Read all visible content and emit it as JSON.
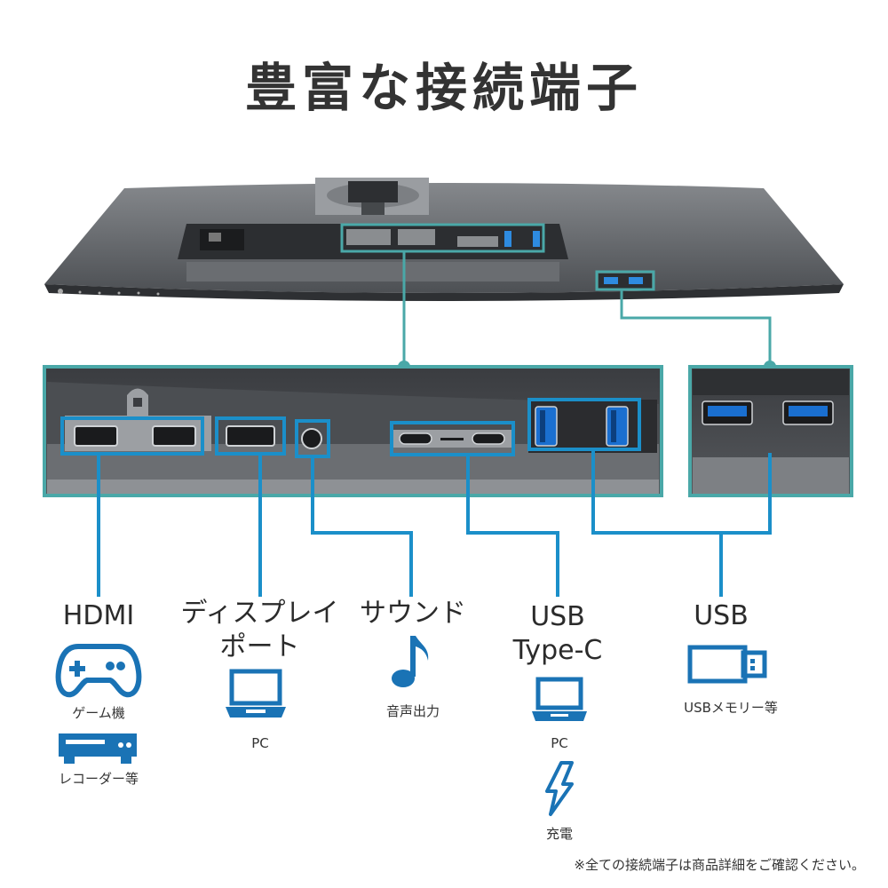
{
  "title": "豊富な接続端子",
  "ports": [
    {
      "name": "HDMI",
      "uses": [
        "ゲーム機",
        "レコーダー等"
      ],
      "icons": [
        "gamepad-icon",
        "recorder-icon"
      ]
    },
    {
      "name": "ディスプレイポート",
      "line1": "ディスプレイ",
      "line2": "ポート",
      "uses": [
        "PC"
      ],
      "icons": [
        "laptop-icon"
      ]
    },
    {
      "name": "サウンド",
      "uses": [
        "音声出力"
      ],
      "icons": [
        "music-note-icon"
      ]
    },
    {
      "name": "USB Type-C",
      "line1": "USB",
      "line2": "Type-C",
      "uses": [
        "PC",
        "充電"
      ],
      "icons": [
        "laptop-icon",
        "lightning-icon"
      ]
    },
    {
      "name": "USB",
      "uses": [
        "USBメモリー等"
      ],
      "icons": [
        "usb-stick-icon"
      ]
    }
  ],
  "footnote": "※全ての接続端子は商品詳細をご確認ください。",
  "colors": {
    "accent": "#1b8fc9",
    "teal": "#4aa8a8",
    "icon": "#1a73b5",
    "monitor": "#5a5d61"
  }
}
